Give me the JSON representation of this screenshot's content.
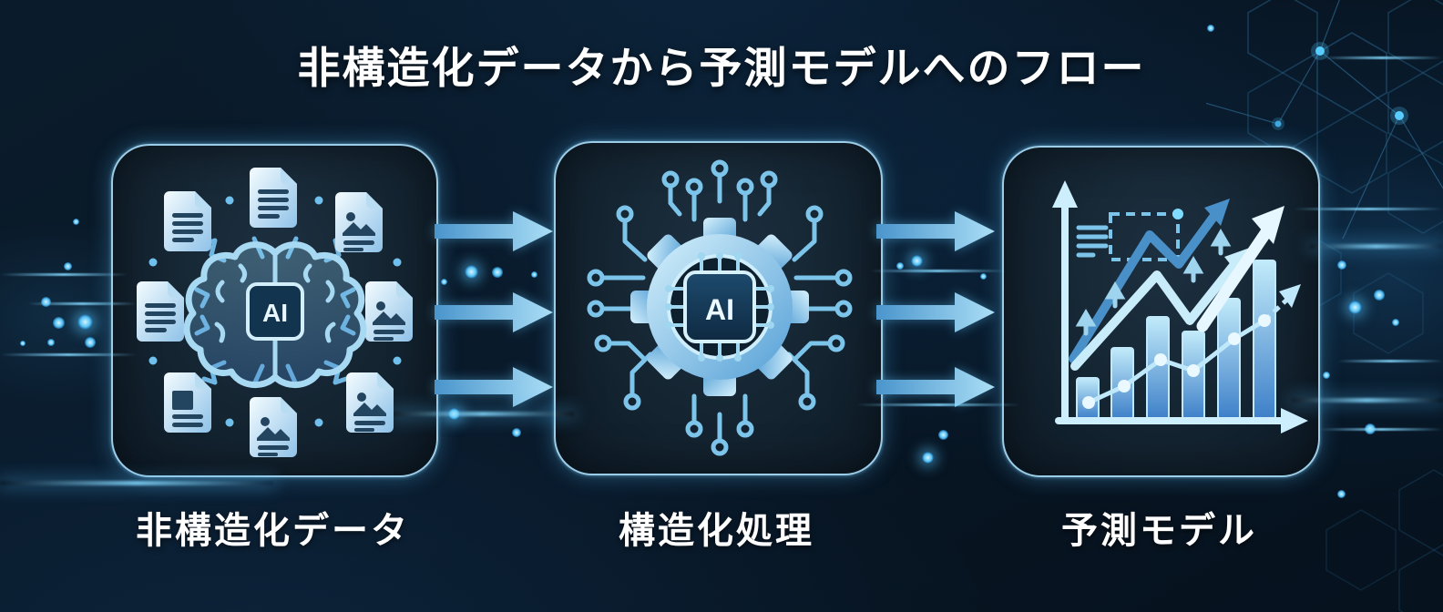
{
  "title": "非構造化データから予測モデルへのフロー",
  "ai_chip_label": "AI",
  "flow": {
    "panels": [
      {
        "id": "unstructured-data",
        "label": "非構造化データ",
        "icon": "documents-around-ai-brain-icon"
      },
      {
        "id": "structuring-process",
        "label": "構造化処理",
        "icon": "ai-chip-gear-circuit-icon"
      },
      {
        "id": "prediction-model",
        "label": "予測モデル",
        "icon": "rising-bar-line-chart-icon"
      }
    ],
    "connectors": [
      {
        "from": "unstructured-data",
        "to": "structuring-process",
        "icon": "triple-right-arrows-icon"
      },
      {
        "from": "structuring-process",
        "to": "prediction-model",
        "icon": "triple-right-arrows-icon"
      }
    ]
  },
  "colors": {
    "background": "#081624",
    "panel_border": "#a8dcf8",
    "icon_light": "#d9f1fc",
    "icon_mid": "#7cc4ea",
    "icon_deep": "#3a7fc1",
    "arrow_fill_start": "#4a95cc",
    "arrow_fill_end": "#aadef6",
    "text": "#ffffff"
  }
}
